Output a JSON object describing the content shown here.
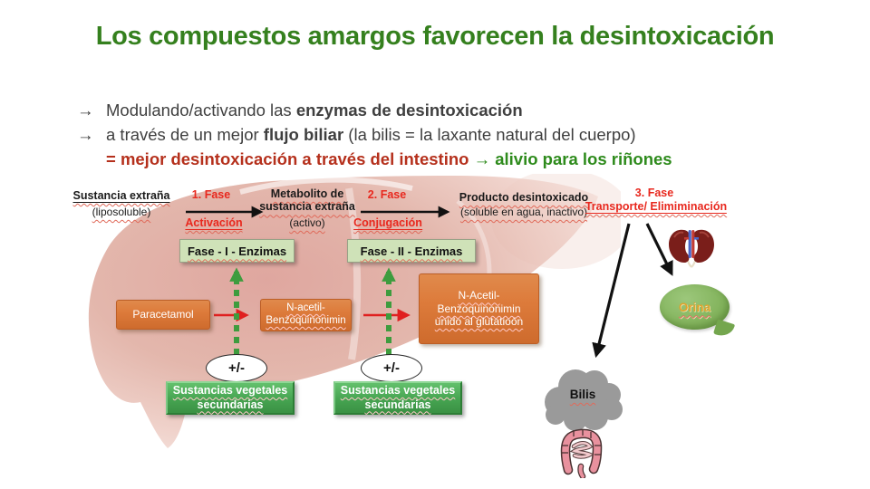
{
  "slide": {
    "title": "Los compuestos amargos favorecen la desintoxicación",
    "bullets": {
      "arrow": "→",
      "line1": {
        "pre": "Modulando/activando las ",
        "bold": "enzymas de desintoxicación"
      },
      "line2": {
        "pre": "a través de un mejor ",
        "bold": "flujo biliar",
        "post": " (la bilis = la laxante natural del cuerpo)"
      },
      "line3": {
        "red": "= mejor desintoxicación a través del intestino ",
        "arrow": "→",
        "green": " alivio para los riñones"
      }
    }
  },
  "diagram": {
    "substance": {
      "title": "Sustancia extraña",
      "sub": "(liposoluble)"
    },
    "phase1": {
      "title": "1. Fase",
      "sub": "Activación"
    },
    "metabolite": {
      "title": "Metabolito de\nsustancia extraña",
      "sub": "(activo)"
    },
    "phase2": {
      "title": "2. Fase",
      "sub": "Conjugación"
    },
    "product": {
      "title": "Producto desintoxicado",
      "sub": "(soluble en agua, inactivo)"
    },
    "phase3": {
      "title": "3. Fase",
      "sub": "Transporte/ Elimiminación"
    },
    "fase1_enzymes": "Fase - I - Enzimas",
    "fase2_enzymes": "Fase - II - Enzimas",
    "paracetamol": "Paracetamol",
    "nacetil": "N-acetil-\nBenzoquinonimin",
    "nacetil_glutation": "N-Acetil-\nBenzoquinonimin\nunido al glutatioón",
    "plus_minus": "+/-",
    "sustancias_vegetales": "Sustancias vegetales\nsecundarias",
    "orina": "Orina",
    "bilis": "Bilis"
  },
  "colors": {
    "title_green": "#35801E",
    "body_text": "#3F3F3F",
    "emphasis_red": "#B5301C",
    "emphasis_green": "#2E8B1C",
    "phase_label_red": "#E8281E",
    "orange_box": "#DD7B3B",
    "enzyme_box_green": "#CFE2B8",
    "plant_box_green": "#46A451",
    "liver_pink": "#DDA79A",
    "bilis_gray": "#9A9A9A",
    "orina_green": "#85B55F"
  }
}
